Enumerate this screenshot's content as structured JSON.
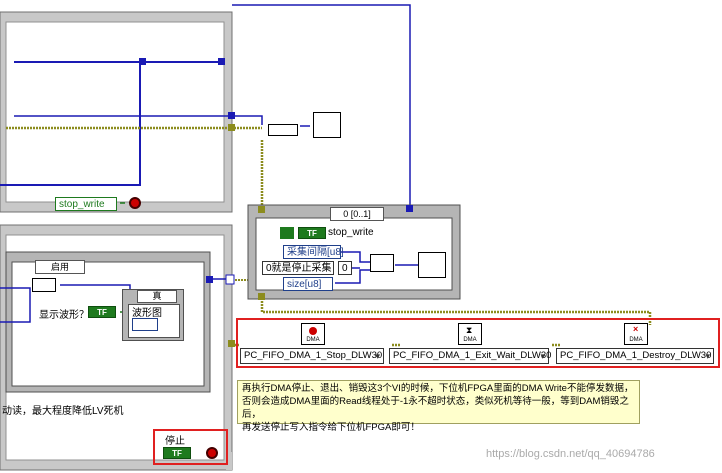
{
  "top_loop": {
    "stop_label": "stop_write"
  },
  "case_struct": {
    "selector": "0 [0..1]",
    "stop_label": "stop_write",
    "controls": [
      "采集间隔[u8]",
      "size[u8]"
    ],
    "zero_label": "0就是停止采集",
    "const_zero": "0"
  },
  "bottom_loop": {
    "case_selector": "启用",
    "display_question": "显示波形？",
    "true_case": "真",
    "graph_label": "波形图",
    "side_text": "动读，最大程度降低LV死机",
    "stop_label": "停止"
  },
  "dma_vis": [
    {
      "label": "PC_FIFO_DMA_1_Stop_DLW30",
      "icon": "stop-icon"
    },
    {
      "label": "PC_FIFO_DMA_1_Exit_Wait_DLW30",
      "icon": "hourglass-icon"
    },
    {
      "label": "PC_FIFO_DMA_1_Destroy_DLW30",
      "icon": "destroy-icon"
    }
  ],
  "comment": {
    "line1": "再执行DMA停止、退出、销毁这3个VI的时候，下位机FPGA里面的DMA Write不能停发数据，",
    "line2": "否则会造成DMA里面的Read线程处于-1永不超时状态，类似死机等待一般，等到DAM销毁之后，",
    "line3": "再发送停止写入指令给下位机FPGA即可！"
  },
  "tf_text": "TF",
  "dma_text": "DMA",
  "watermark": "https://blog.csdn.net/qq_40694786",
  "colors": {
    "wire_blue": "#1a1ab4",
    "wire_olive": "#8c8c1e",
    "wire_green": "#1e7a1e",
    "highlight_red": "#e02020"
  }
}
